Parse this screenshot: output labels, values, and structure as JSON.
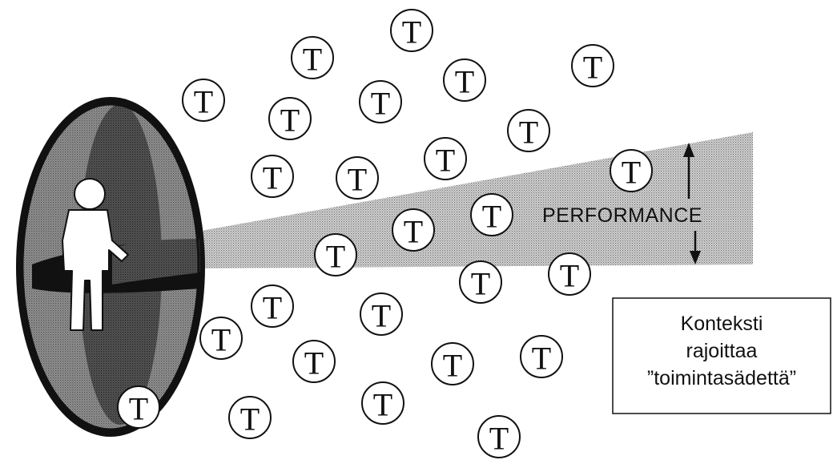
{
  "token_letter": "T",
  "performance_label": "PERFORMANCE",
  "context_box": {
    "lines": [
      "Konteksti",
      "rajoittaa",
      "”toimintasädettä”"
    ]
  },
  "icons": {
    "person": "person-icon",
    "portal": "portal-ellipse",
    "arrow_up": "arrow-up-icon",
    "arrow_down": "arrow-down-icon"
  }
}
